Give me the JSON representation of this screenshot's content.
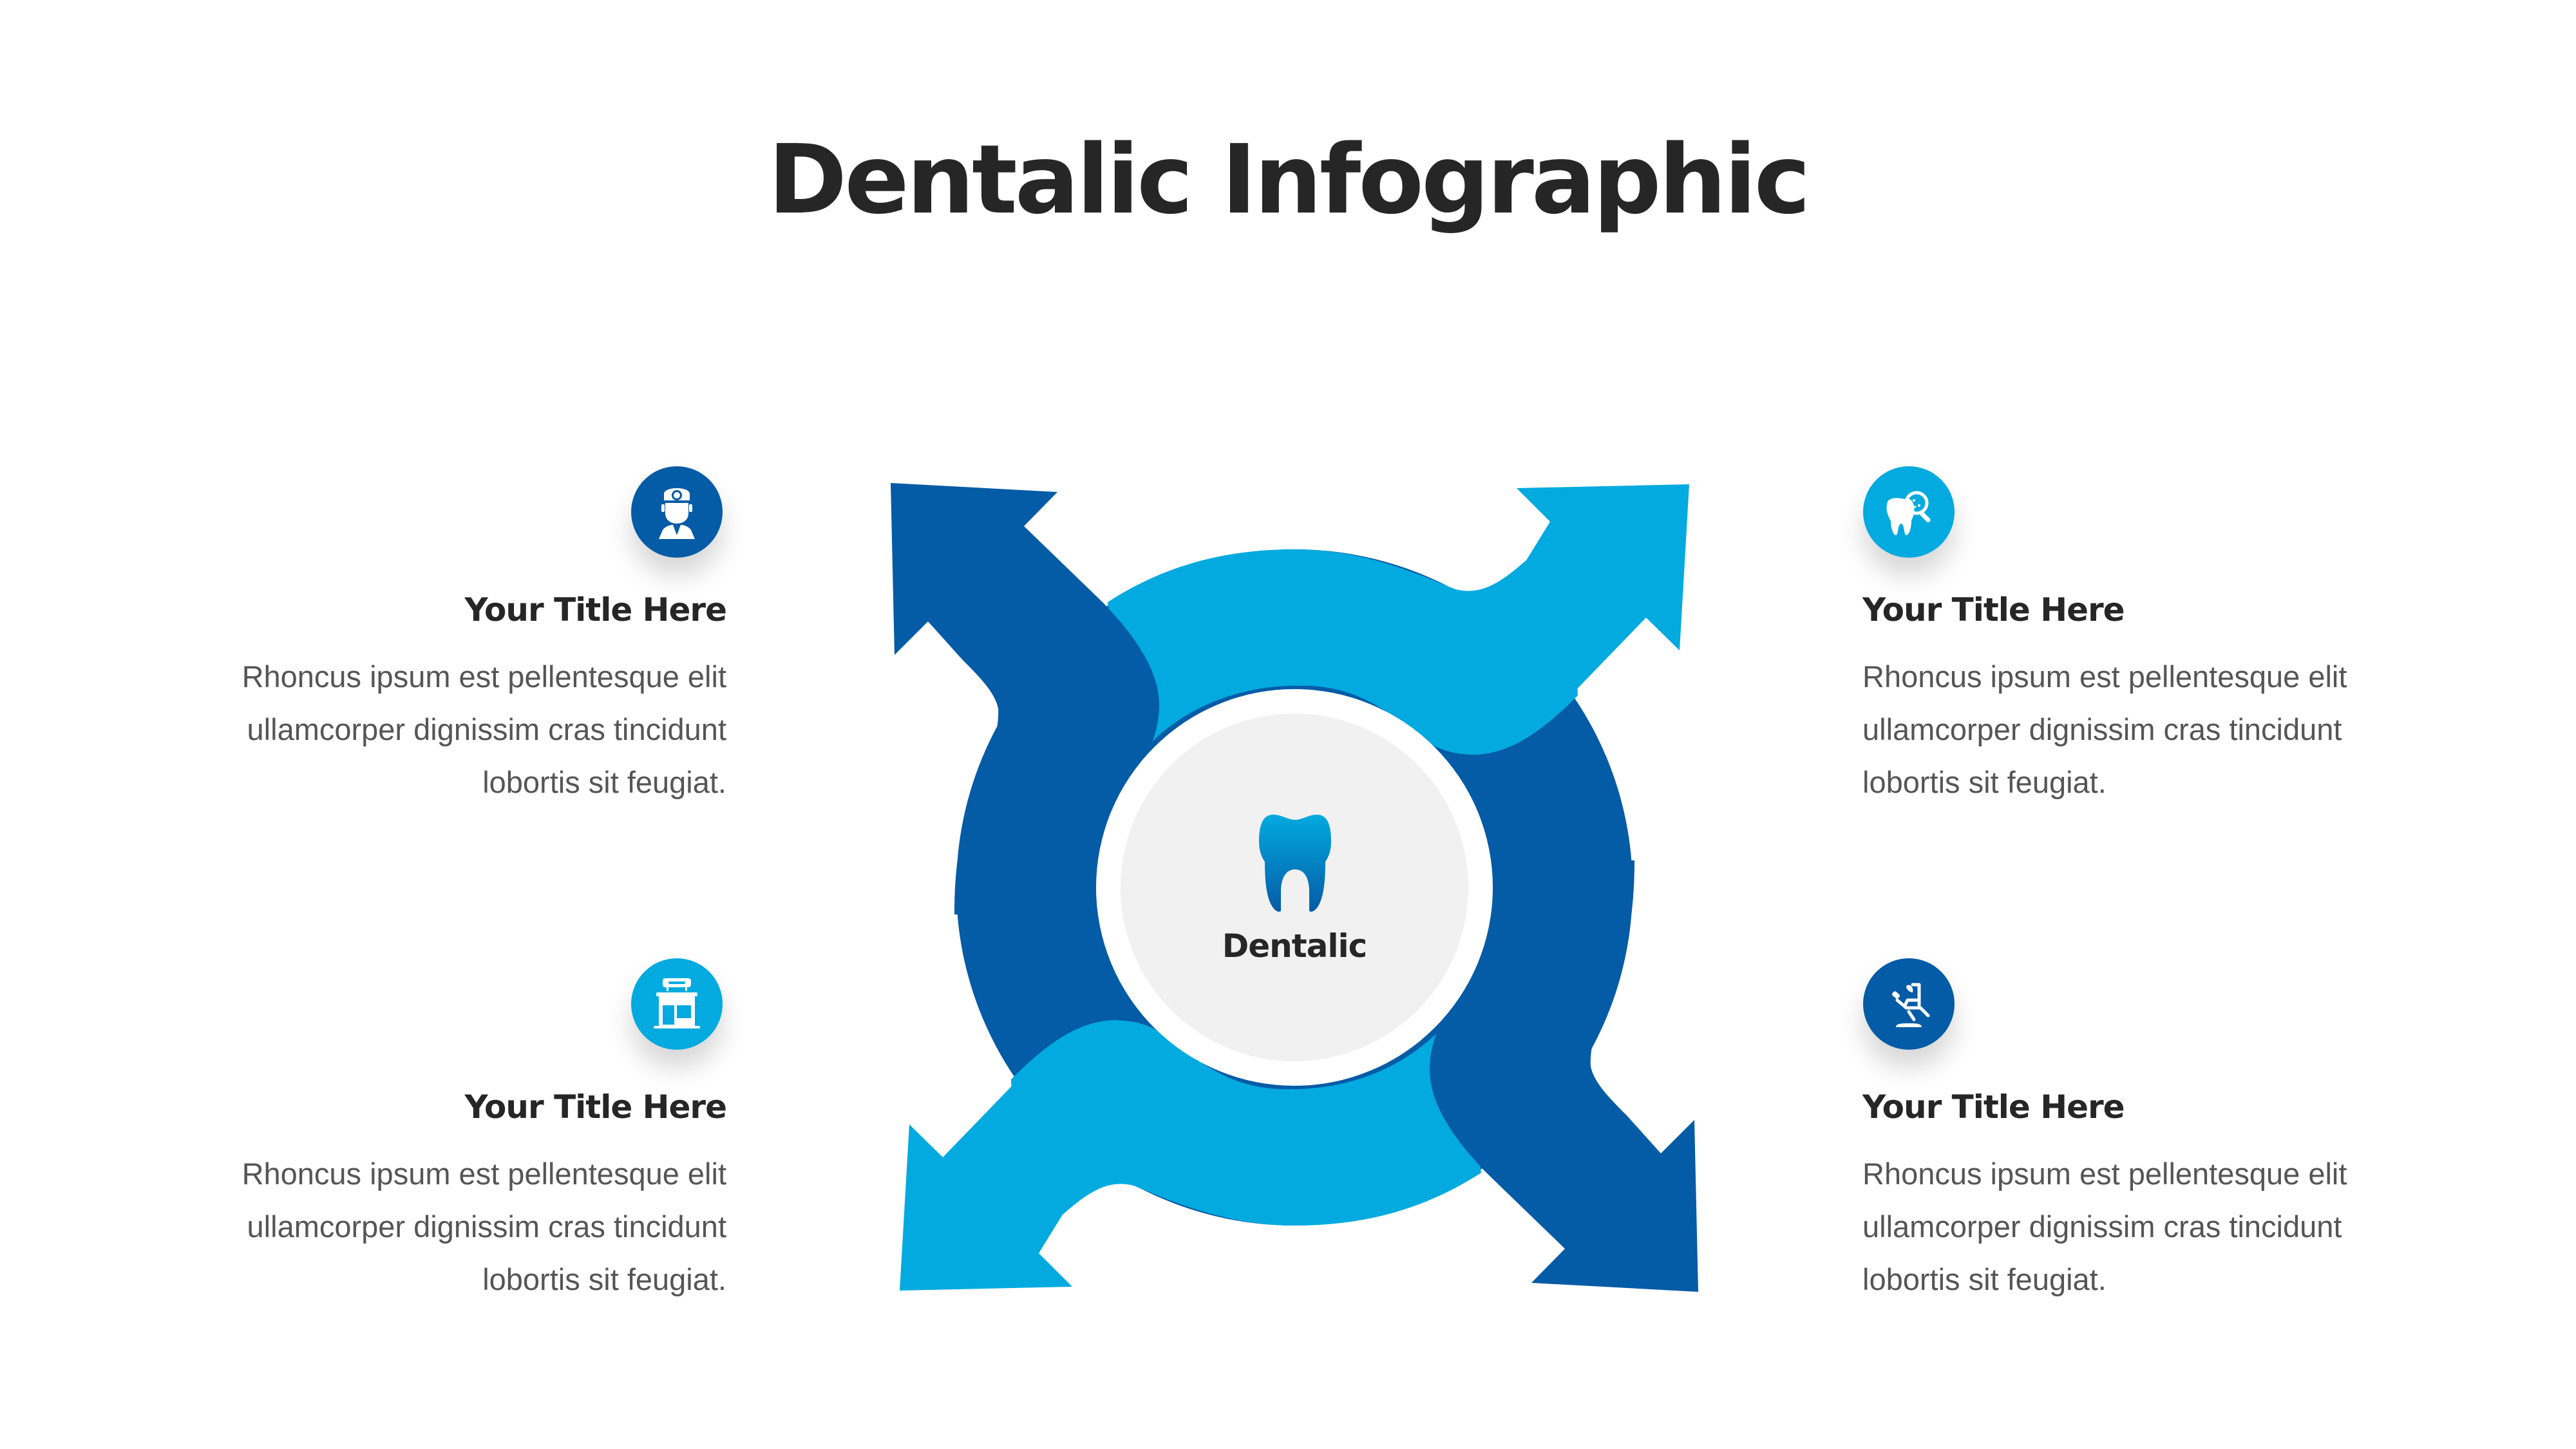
{
  "title": "Dentalic Infographic",
  "colors": {
    "dark_blue": "#045BA6",
    "light_blue": "#02AADF",
    "center_gray": "#F1F1F1",
    "title_text": "#262626",
    "body_text": "#555555"
  },
  "center": {
    "label": "Dentalic",
    "icon": "tooth-icon"
  },
  "items": [
    {
      "position": "top-left",
      "icon": "dentist-icon",
      "icon_color": "#045BA6",
      "title": "Your Title Here",
      "body": "Rhoncus ipsum est pellentesque elit ullamcorper dignissim cras tincidunt lobortis sit feugiat."
    },
    {
      "position": "top-right",
      "icon": "tooth-magnifier-icon",
      "icon_color": "#02AADF",
      "title": "Your Title Here",
      "body": "Rhoncus ipsum est pellentesque elit ullamcorper dignissim cras tincidunt lobortis sit feugiat."
    },
    {
      "position": "bottom-left",
      "icon": "dental-clinic-icon",
      "icon_color": "#02AADF",
      "title": "Your Title Here",
      "body": "Rhoncus ipsum est pellentesque elit ullamcorper dignissim cras tincidunt lobortis sit feugiat."
    },
    {
      "position": "bottom-right",
      "icon": "dental-chair-icon",
      "icon_color": "#045BA6",
      "title": "Your Title Here",
      "body": "Rhoncus ipsum est pellentesque elit ullamcorper dignissim cras tincidunt lobortis sit feugiat."
    }
  ]
}
